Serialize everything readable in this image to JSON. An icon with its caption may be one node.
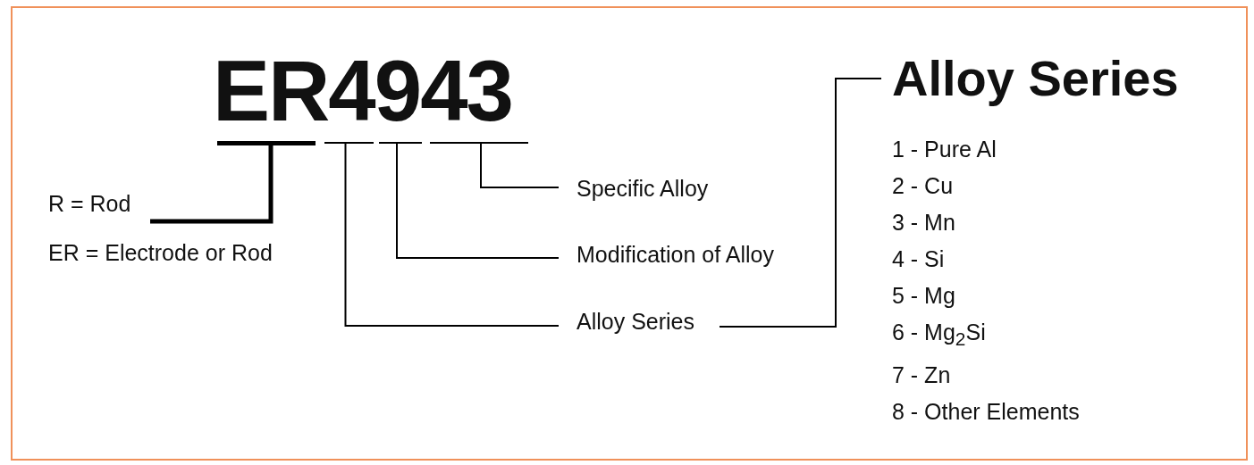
{
  "diagram": {
    "nodes": [
      {
        "text": [
          "ER4943"
        ]
      },
      {
        "text": [],
        "shape": "bar"
      },
      {
        "text": [],
        "shape": "bar"
      },
      {
        "text": [],
        "shape": "bar"
      },
      {
        "text": [],
        "shape": "bar"
      },
      {
        "text": [
          "R = Rod",
          "ER = Electrode or Rod"
        ]
      },
      {
        "text": [
          "Specific Alloy"
        ]
      },
      {
        "text": [
          "Modification of Alloy"
        ]
      },
      {
        "text": [
          "Alloy Series"
        ]
      },
      {
        "text": [
          "Alloy Series",
          "1 - Pure Al",
          "2 - Cu",
          "3 - Mn",
          "4 - Si",
          "5 - Mg",
          "6 - Mg$_{2}$Si",
          "7 - Zn",
          "8 - Other Elements"
        ]
      }
    ],
    "edges": [
      {
        "from": 5,
        "to": 1,
        "arrow": "none",
        "style": "thick"
      },
      {
        "from": 6,
        "to": 4,
        "arrow": "none"
      },
      {
        "from": 7,
        "to": 3,
        "arrow": "none"
      },
      {
        "from": 8,
        "to": 2,
        "arrow": "none"
      },
      {
        "from": 8,
        "to": 9,
        "arrow": "none"
      }
    ]
  }
}
